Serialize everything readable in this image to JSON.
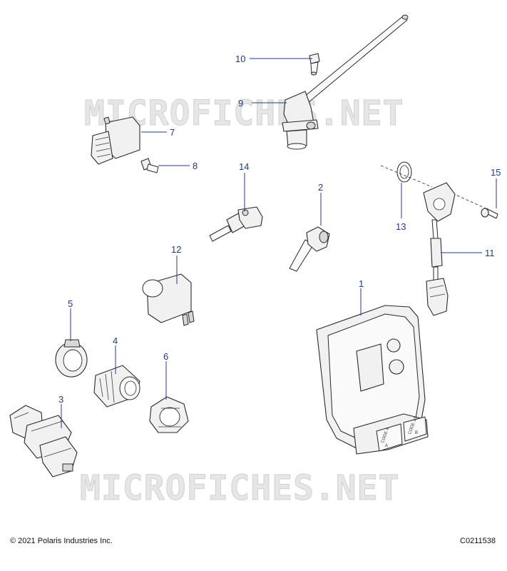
{
  "watermark": "MICROFICHES.NET",
  "footer": {
    "copyright": "© 2021 Polaris Industries Inc.",
    "drawing_code": "C0211538"
  },
  "callouts": [
    "1",
    "2",
    "3",
    "4",
    "5",
    "6",
    "7",
    "8",
    "9",
    "10",
    "11",
    "12",
    "13",
    "14",
    "15"
  ],
  "ecu_labels": {
    "code_a": "CODE 4",
    "code_a_sub": "A",
    "code_b": "CODE 13",
    "code_b_sub": "B"
  },
  "colors": {
    "callout": "#1f3a8f",
    "linework": "#2a2a2a"
  }
}
